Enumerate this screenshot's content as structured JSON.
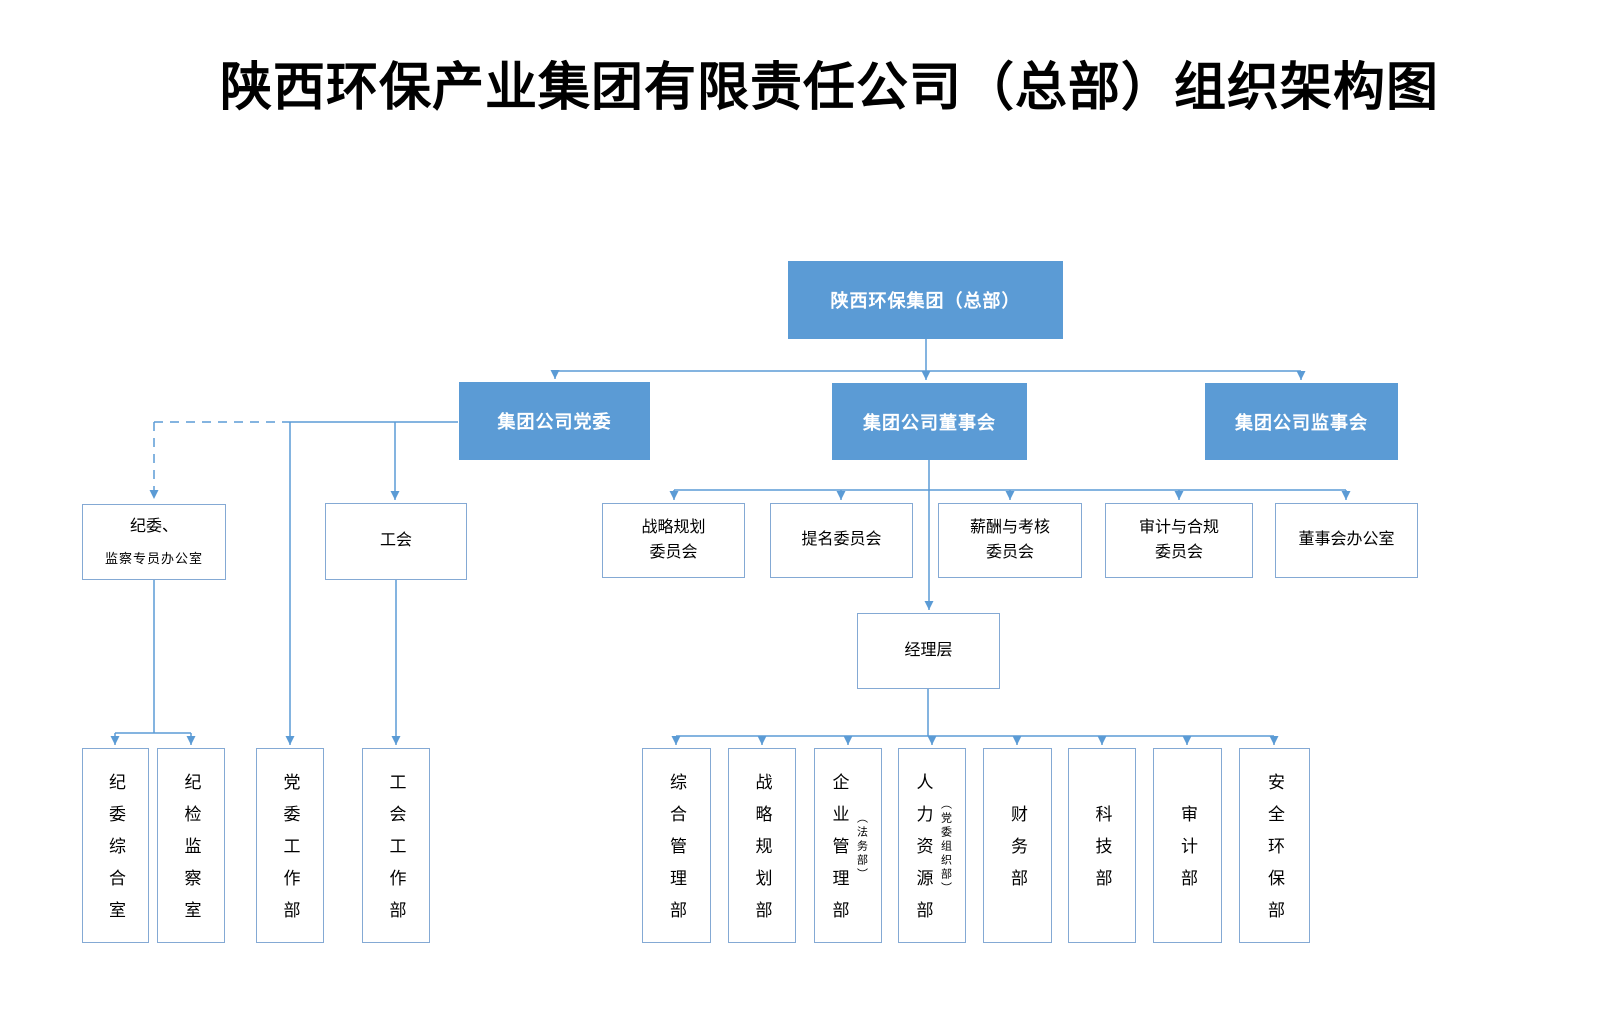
{
  "title": "陕西环保产业集团有限责任公司（总部）组织架构图",
  "colors": {
    "node_fill": "#5b9bd5",
    "node_text": "#ffffff",
    "connector_line": "#5b9bd5",
    "white_box_border": "#84a9d4",
    "text": "#000000"
  },
  "org": {
    "root": "陕西环保集团（总部）",
    "party_committee": "集团公司党委",
    "board": "集团公司董事会",
    "supervisory_board": "集团公司监事会",
    "discipline_office": {
      "line1": "纪委、",
      "line2": "监察专员办公室"
    },
    "labor_union": "工会",
    "committees": [
      {
        "line1": "战略规划",
        "line2": "委员会"
      },
      {
        "line1": "提名委员会",
        "line2": ""
      },
      {
        "line1": "薪酬与考核",
        "line2": "委员会"
      },
      {
        "line1": "审计与合规",
        "line2": "委员会"
      },
      {
        "line1": "董事会办公室",
        "line2": ""
      }
    ],
    "management": "经理层",
    "party_departments": [
      {
        "main": "纪委综合室"
      },
      {
        "main": "纪检监察室"
      },
      {
        "main": "党委工作部"
      },
      {
        "main": "工会工作部"
      }
    ],
    "departments": [
      {
        "main": "综合管理部",
        "sub": ""
      },
      {
        "main": "战略规划部",
        "sub": ""
      },
      {
        "main": "企业管理部",
        "sub": "︵法务部︶"
      },
      {
        "main": "人力资源部",
        "sub": "︵党委组织部︶"
      },
      {
        "main": "财务部",
        "sub": ""
      },
      {
        "main": "科技部",
        "sub": ""
      },
      {
        "main": "审计部",
        "sub": ""
      },
      {
        "main": "安全环保部",
        "sub": ""
      }
    ]
  }
}
